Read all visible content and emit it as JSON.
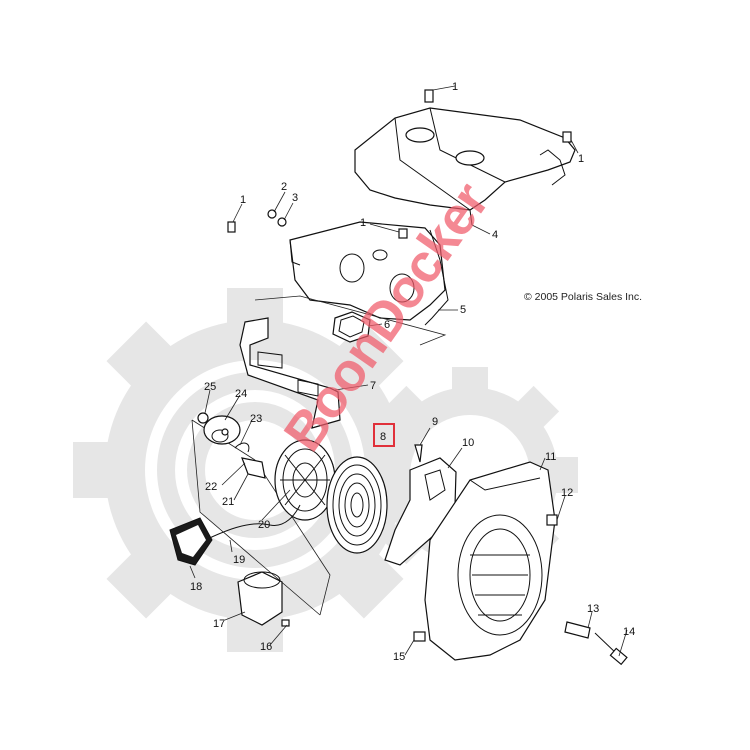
{
  "diagram": {
    "copyright": "© 2005 Polaris Sales Inc.",
    "watermark": "BoonDocker",
    "highlight_color": "#e0303a",
    "watermark_color": "#f05a6a",
    "highlighted_callout": "8",
    "callouts": [
      "1",
      "1",
      "1",
      "1",
      "2",
      "3",
      "4",
      "5",
      "6",
      "7",
      "8",
      "9",
      "10",
      "11",
      "12",
      "13",
      "14",
      "15",
      "16",
      "17",
      "18",
      "19",
      "20",
      "21",
      "22",
      "23",
      "24",
      "25"
    ]
  },
  "icons": [
    "gear-watermark-icon"
  ]
}
